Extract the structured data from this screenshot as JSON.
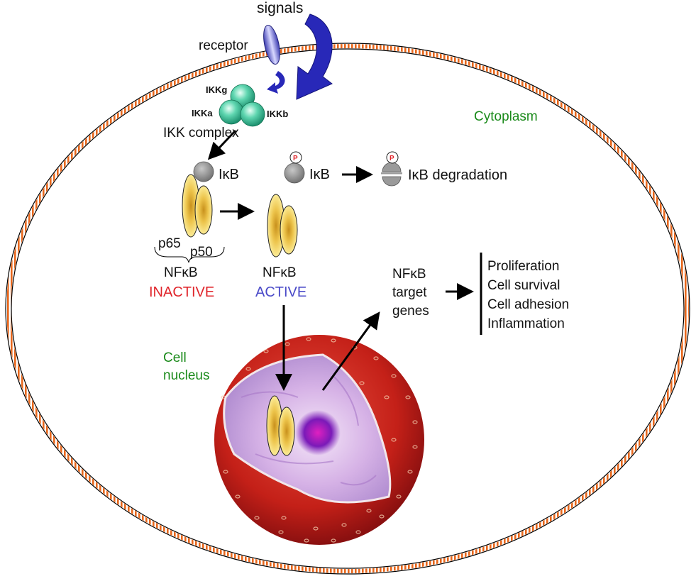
{
  "labels": {
    "signals": "signals",
    "receptor": "receptor",
    "ikk_g": "IKKg",
    "ikk_a": "IKKa",
    "ikk_b": "IKKb",
    "ikk_complex": "IKK complex",
    "cytoplasm": "Cytoplasm",
    "ikb_bound": "IκB",
    "ikb_phospho": "IκB",
    "ikb_degradation": "IκB degradation",
    "phospho_mark_1": "P",
    "phospho_mark_2": "P",
    "p65": "p65",
    "p50": "p50",
    "nfkb_inactive_name": "NFκB",
    "inactive": "INACTIVE",
    "nfkb_active_name": "NFκB",
    "active": "ACTIVE",
    "target_genes_line1": "NFκB",
    "target_genes_line2": "target",
    "target_genes_line3": "genes",
    "cell_nucleus_line1": "Cell",
    "cell_nucleus_line2": "nucleus"
  },
  "outcomes": [
    "Proliferation",
    "Cell survival",
    "Cell adhesion",
    "Inflammation"
  ],
  "colors": {
    "membrane": "#e8671c",
    "cytoplasm_label": "#1a8a1a",
    "inactive": "#e0252b",
    "active": "#4a4ac8",
    "ikk": "#3cc7a0",
    "receptor": "#6a6ae0",
    "signal_arrow": "#2828b8",
    "ikb": "#8c8c8c",
    "nfkb_subunit": "#f0d24a",
    "nucleus_outer": "#c41e1e",
    "nucleus_inner": "#d8b8e8",
    "nucleolus": "#7a1ab8"
  }
}
